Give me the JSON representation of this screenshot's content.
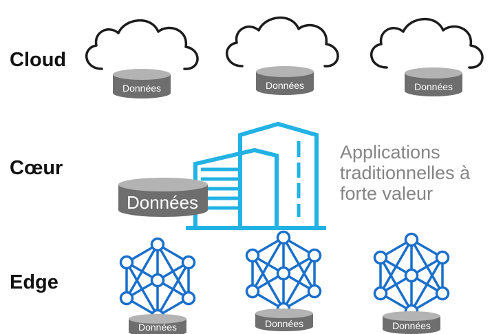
{
  "tiers": {
    "cloud": "Cloud",
    "core": "Cœur",
    "edge": "Edge"
  },
  "data_label": "Données",
  "applications_text": [
    "Applications",
    "traditionnelles à",
    "forte valeur"
  ],
  "colors": {
    "network_blue": "#1a6fcb",
    "building_blue": "#22b2e4",
    "cylinder_body": "#6e6e6e",
    "cylinder_top": "#b3b3b3",
    "cloud_outline": "#1c1c1c"
  }
}
